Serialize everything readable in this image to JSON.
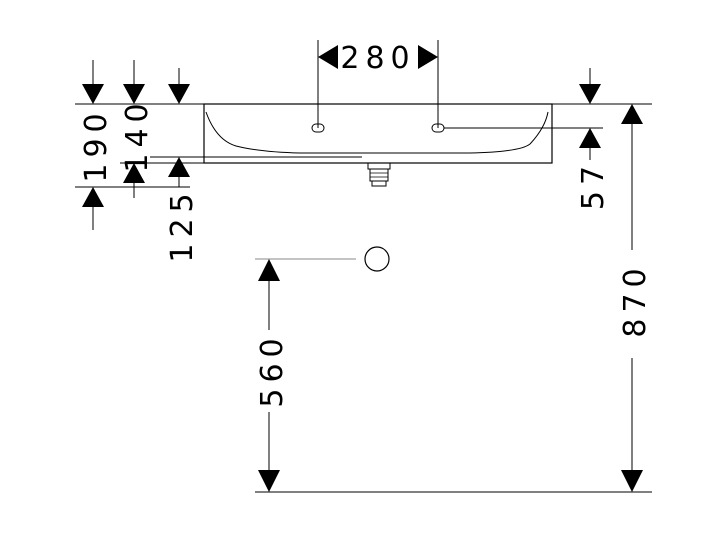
{
  "drawing": {
    "line_color": "#000000",
    "guide_color": "#888888",
    "background": "#ffffff",
    "dimensions": {
      "tap_spacing": "280",
      "overall_height": "190",
      "bowl_height": "140",
      "waste_drop": "125",
      "tap_hole_depth": "57",
      "mounting_height": "870",
      "waste_height": "560"
    }
  }
}
